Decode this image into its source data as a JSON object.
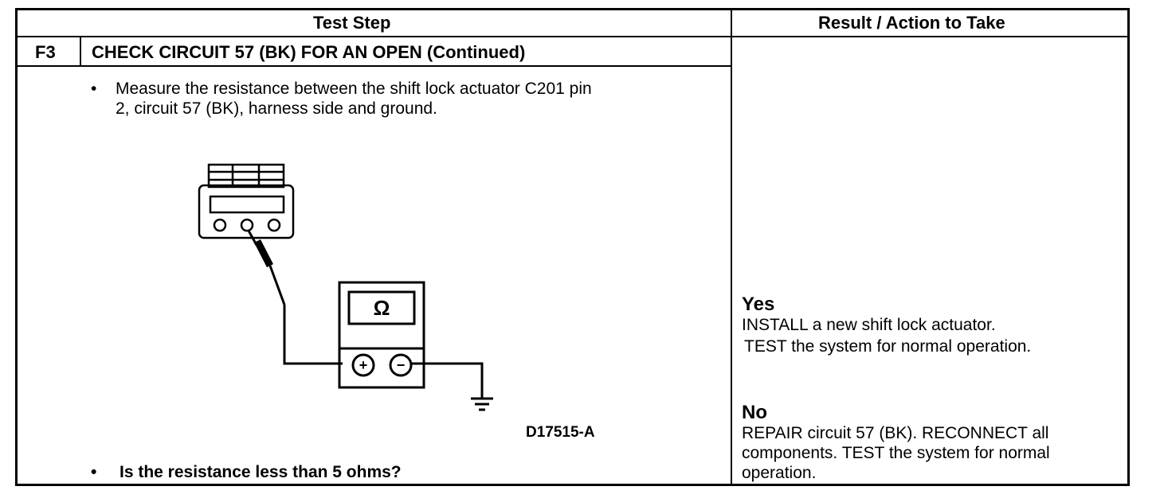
{
  "table": {
    "headers": {
      "test_step": "Test Step",
      "result": "Result / Action to Take"
    },
    "step_id": "F3",
    "step_title": "CHECK CIRCUIT 57 (BK) FOR AN OPEN (Continued)",
    "bullets": [
      {
        "marker": "•",
        "line1": "Measure the resistance between the shift lock actuator C201 pin",
        "line2": "2, circuit 57 (BK), harness side and ground."
      },
      {
        "marker": "•",
        "text": "Is the resistance less than 5 ohms?"
      }
    ],
    "figure": {
      "id": "D17515-A",
      "meter_symbol": "Ω",
      "plus": "+",
      "minus": "−"
    },
    "results": {
      "yes": {
        "label": "Yes",
        "line1": "INSTALL a new shift lock actuator.",
        "line2": "TEST the system for normal operation."
      },
      "no": {
        "label": "No",
        "line1": "REPAIR circuit 57 (BK). RECONNECT all",
        "line2": "components. TEST the system for normal",
        "line3": "operation."
      }
    }
  }
}
